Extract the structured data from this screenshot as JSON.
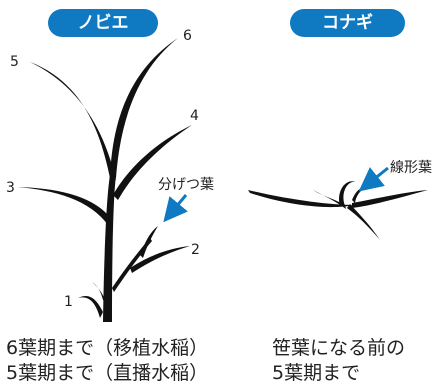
{
  "left_panel": {
    "title": "ノビエ",
    "leaf_numbers": [
      "1",
      "2",
      "3",
      "4",
      "5",
      "6"
    ],
    "callout_label": "分げつ葉",
    "caption_lines": [
      "6葉期まで（移植水稲）",
      "5葉期まで（直播水稲）"
    ]
  },
  "right_panel": {
    "title": "コナギ",
    "callout_label": "線形葉",
    "caption_lines": [
      "笹葉になる前の",
      "5葉期まで"
    ]
  },
  "colors": {
    "tag_background": "#0f7ac2",
    "tag_text": "#ffffff",
    "arrow": "#0f7ac2",
    "plant": "#111111",
    "text": "#222222"
  }
}
